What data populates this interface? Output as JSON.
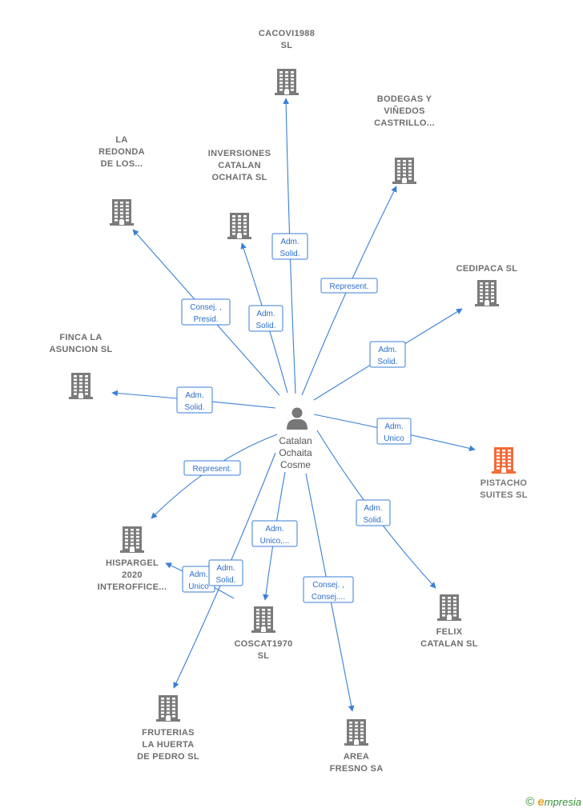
{
  "center": {
    "lines": [
      "Catalan",
      "Ochaita",
      "Cosme"
    ],
    "icon": "person-icon"
  },
  "nodes": [
    {
      "id": "cacovi",
      "lines": [
        "CACOVI1988",
        "SL"
      ],
      "icon": "building-icon",
      "highlight": false
    },
    {
      "id": "bodegas",
      "lines": [
        "BODEGAS Y",
        "VIÑEDOS",
        "CASTRILLO..."
      ],
      "icon": "building-icon",
      "highlight": false
    },
    {
      "id": "redonda",
      "lines": [
        "LA",
        "REDONDA",
        "DE LOS..."
      ],
      "icon": "building-icon",
      "highlight": false
    },
    {
      "id": "inversiones",
      "lines": [
        "INVERSIONES",
        "CATALAN",
        "OCHAITA  SL"
      ],
      "icon": "building-icon",
      "highlight": false
    },
    {
      "id": "cedipaca",
      "lines": [
        "CEDIPACA  SL"
      ],
      "icon": "building-icon",
      "highlight": false
    },
    {
      "id": "finca",
      "lines": [
        "FINCA LA",
        "ASUNCION  SL"
      ],
      "icon": "building-icon",
      "highlight": false
    },
    {
      "id": "pistacho",
      "lines": [
        "PISTACHO",
        "SUITES  SL"
      ],
      "icon": "building-icon",
      "highlight": true
    },
    {
      "id": "hispargel",
      "lines": [
        "HISPARGEL",
        "2020",
        "INTEROFFICE..."
      ],
      "icon": "building-icon",
      "highlight": false
    },
    {
      "id": "felix",
      "lines": [
        "FELIX",
        "CATALAN  SL"
      ],
      "icon": "building-icon",
      "highlight": false
    },
    {
      "id": "coscat",
      "lines": [
        "COSCAT1970",
        "SL"
      ],
      "icon": "building-icon",
      "highlight": false
    },
    {
      "id": "fruterias",
      "lines": [
        "FRUTERIAS",
        "LA HUERTA",
        "DE PEDRO  SL"
      ],
      "icon": "building-icon",
      "highlight": false
    },
    {
      "id": "area",
      "lines": [
        "AREA",
        "FRESNO SA"
      ],
      "icon": "building-icon",
      "highlight": false
    }
  ],
  "edges": [
    {
      "to": "cacovi",
      "label": [
        "Adm.",
        "Solid."
      ]
    },
    {
      "to": "bodegas",
      "label": [
        "Represent."
      ]
    },
    {
      "to": "redonda",
      "label": [
        "Consej. ,",
        "Presid."
      ]
    },
    {
      "to": "inversiones",
      "label": [
        "Adm.",
        "Solid."
      ]
    },
    {
      "to": "cedipaca",
      "label": [
        "Adm.",
        "Solid."
      ]
    },
    {
      "to": "finca",
      "label": [
        "Adm.",
        "Solid."
      ]
    },
    {
      "to": "pistacho",
      "label": [
        "Adm.",
        "Unico"
      ]
    },
    {
      "to": "hispargel",
      "label": [
        "Represent."
      ]
    },
    {
      "to": "hispargel",
      "label": [
        "Adm.",
        "Unico"
      ]
    },
    {
      "to": "felix",
      "label": [
        "Adm.",
        "Solid."
      ]
    },
    {
      "to": "coscat",
      "label": [
        "Adm.",
        "Unico,..."
      ]
    },
    {
      "to": "fruterias",
      "label": [
        "Adm.",
        "Solid."
      ]
    },
    {
      "to": "area",
      "label": [
        "Consej. ,",
        "Consej...."
      ]
    }
  ],
  "colors": {
    "edge": "#3a7fd5",
    "building": "#7b7b7b",
    "highlight": "#f26b3a",
    "person": "#777777"
  },
  "brand": {
    "symbol": "©",
    "initial": "e",
    "rest": "mpresia"
  }
}
